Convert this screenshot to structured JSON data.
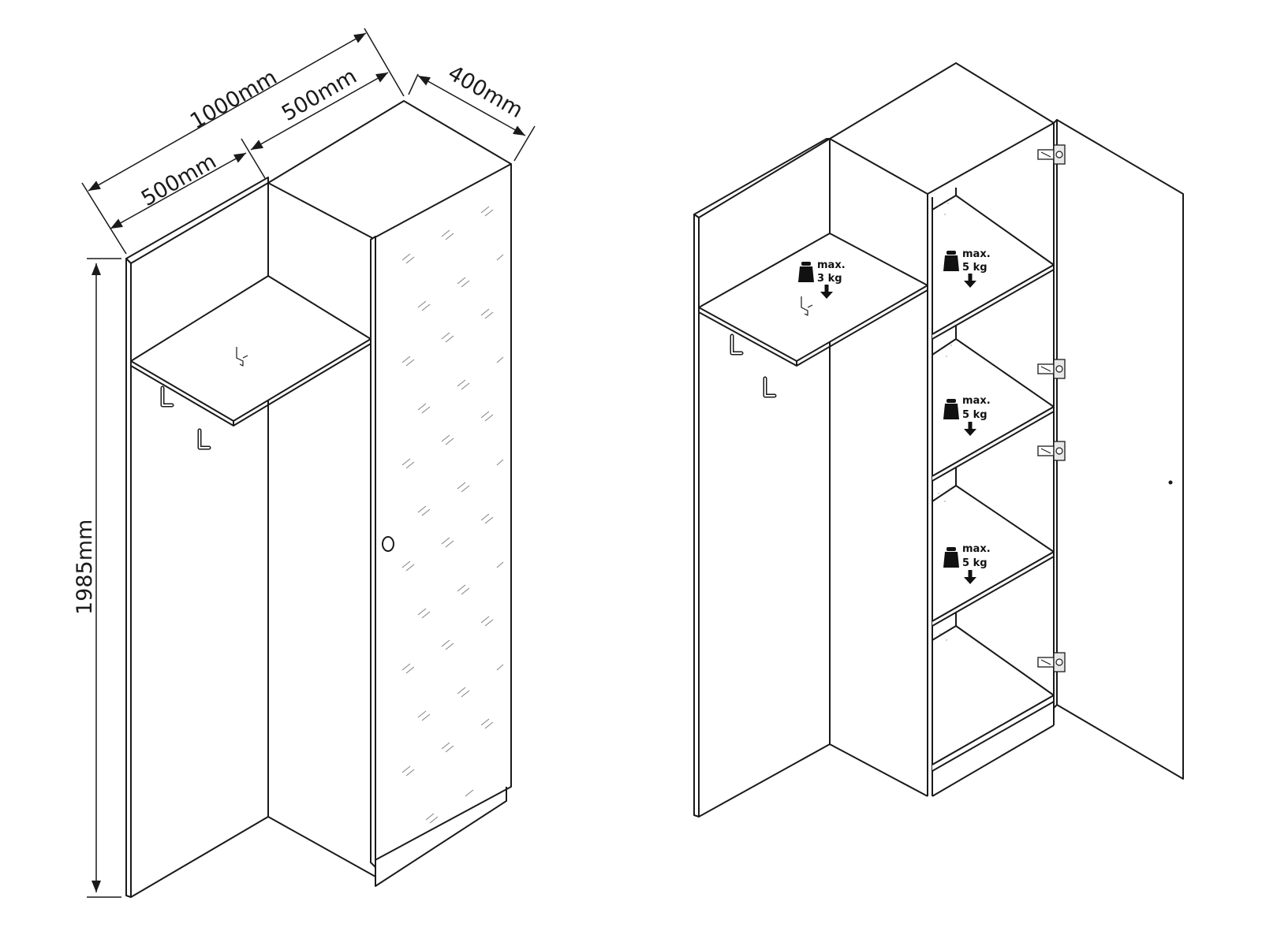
{
  "dimensions": {
    "total_width": "1000mm",
    "left_width": "500mm",
    "right_width": "500mm",
    "depth": "400mm",
    "height": "1985mm"
  },
  "load_labels": {
    "open_shelf_max": "max.",
    "open_shelf_value": "3 kg",
    "shelf1_max": "max.",
    "shelf1_value": "5 kg",
    "shelf2_max": "max.",
    "shelf2_value": "5 kg",
    "shelf3_max": "max.",
    "shelf3_value": "5 kg"
  },
  "icons": [
    "weight-icon",
    "down-arrow-icon",
    "coat-hook-icon",
    "door-hinge-icon",
    "door-knob-icon",
    "shelf-bracket-icon"
  ],
  "colors": {
    "line": "#1a1a1a",
    "background": "#ffffff"
  }
}
